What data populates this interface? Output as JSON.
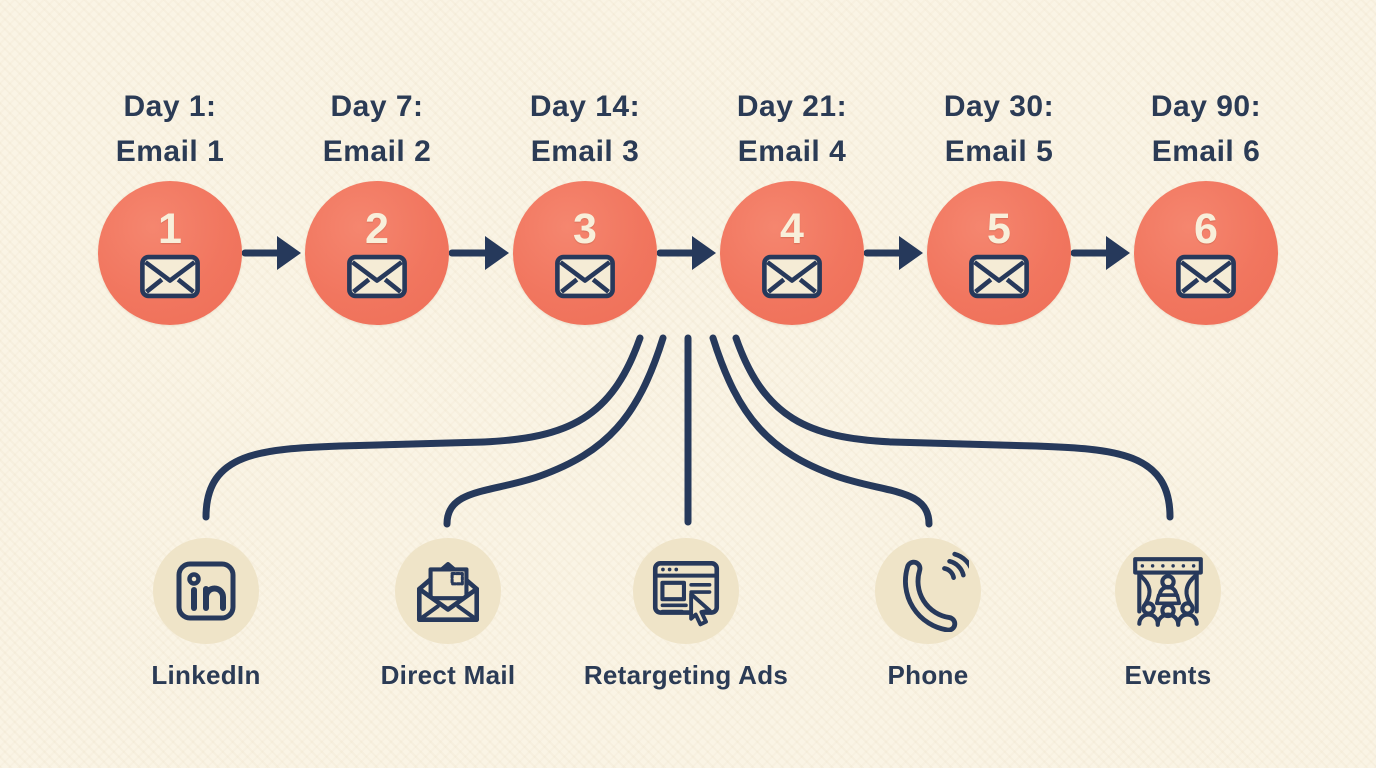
{
  "diagram_title": "email-nurture-sequence-with-multichannel-touchpoints",
  "colors": {
    "background": "#FAF4E5",
    "coral": "#F1765F",
    "navy": "#26395B",
    "text_navy": "#2B3B55",
    "tan_chip": "#EFE4C8",
    "cream_accent": "#F8EFDA"
  },
  "timeline": {
    "steps": [
      {
        "day_label": "Day 1:",
        "email_label": "Email 1",
        "number": "1",
        "icon": "envelope-icon"
      },
      {
        "day_label": "Day 7:",
        "email_label": "Email 2",
        "number": "2",
        "icon": "envelope-icon"
      },
      {
        "day_label": "Day 14:",
        "email_label": "Email 3",
        "number": "3",
        "icon": "envelope-icon"
      },
      {
        "day_label": "Day 21:",
        "email_label": "Email 4",
        "number": "4",
        "icon": "envelope-icon"
      },
      {
        "day_label": "Day 30:",
        "email_label": "Email 5",
        "number": "5",
        "icon": "envelope-icon"
      },
      {
        "day_label": "Day 90:",
        "email_label": "Email 6",
        "number": "6",
        "icon": "envelope-icon"
      }
    ]
  },
  "channels": [
    {
      "label": "LinkedIn",
      "icon": "linkedin-icon"
    },
    {
      "label": "Direct Mail",
      "icon": "direct-mail-icon"
    },
    {
      "label": "Retargeting Ads",
      "icon": "retargeting-ads-icon"
    },
    {
      "label": "Phone",
      "icon": "phone-icon"
    },
    {
      "label": "Events",
      "icon": "events-icon"
    }
  ]
}
